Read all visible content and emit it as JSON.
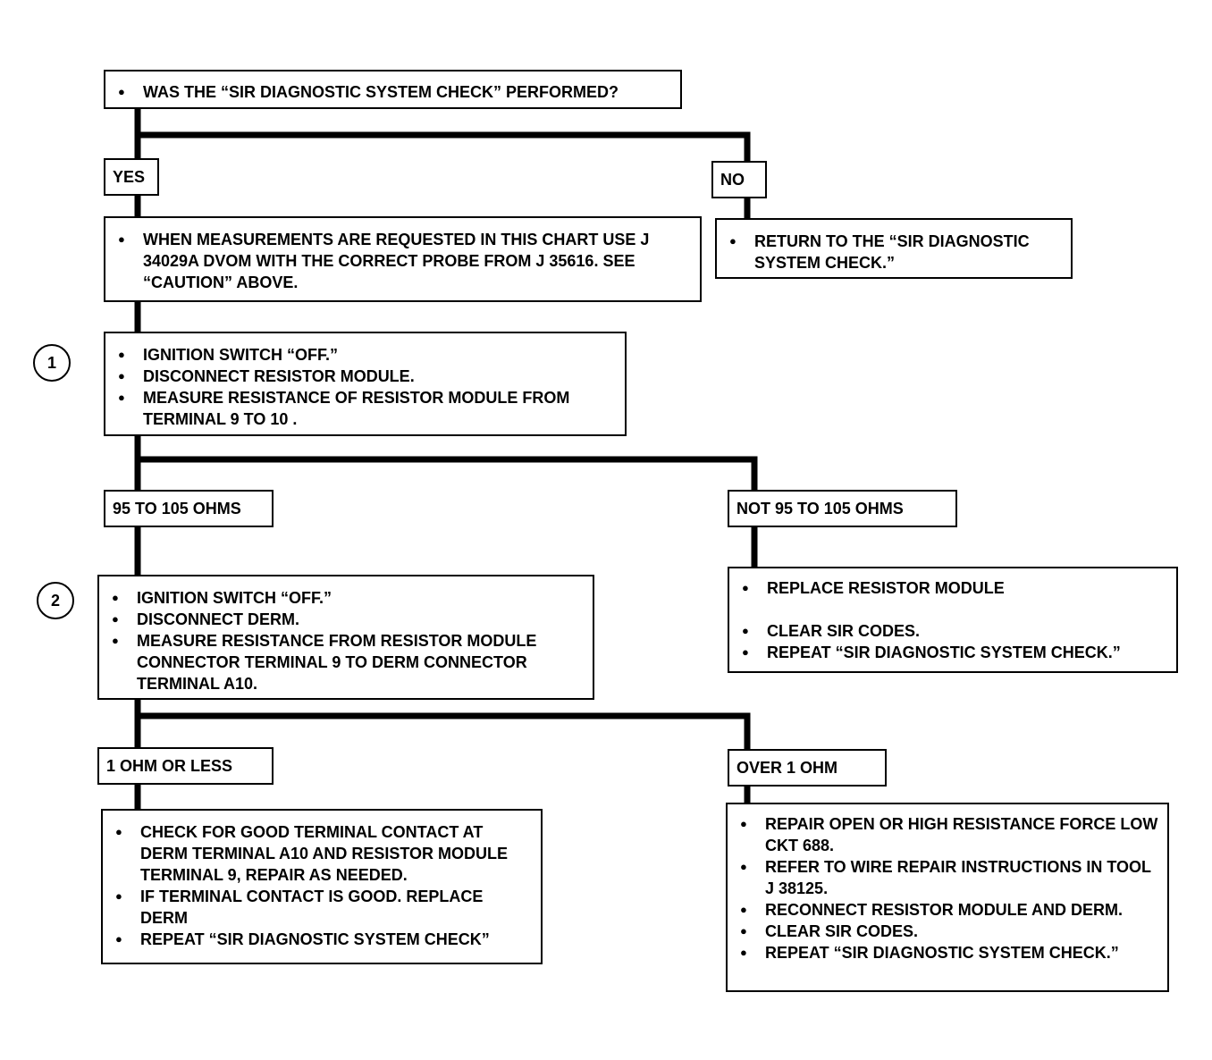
{
  "question": {
    "text": "WAS THE “SIR DIAGNOSTIC SYSTEM CHECK” PERFORMED?",
    "yes_label": "YES",
    "no_label": "NO"
  },
  "yes_action": {
    "items": [
      "WHEN MEASUREMENTS ARE REQUESTED IN THIS CHART USE J 34029A DVOM WITH THE CORRECT PROBE FROM J 35616. SEE “CAUTION” ABOVE."
    ]
  },
  "no_action": {
    "items": [
      "RETURN TO THE “SIR DIAGNOSTIC SYSTEM CHECK.”"
    ]
  },
  "step1": {
    "number": "1",
    "items": [
      "IGNITION SWITCH “OFF.”",
      "DISCONNECT RESISTOR MODULE.",
      "MEASURE RESISTANCE OF RESISTOR MODULE FROM TERMINAL 9 TO  10 ."
    ],
    "ok_label": "95 TO 105 OHMS",
    "not_ok_label": "NOT 95 TO 105 OHMS"
  },
  "not_ok_action": {
    "items": [
      "REPLACE RESISTOR MODULE",
      "CLEAR SIR CODES.",
      "REPEAT “SIR DIAGNOSTIC SYSTEM CHECK.”"
    ]
  },
  "step2": {
    "number": "2",
    "items": [
      "IGNITION SWITCH “OFF.”",
      "DISCONNECT DERM.",
      "MEASURE RESISTANCE FROM RESISTOR MODULE CONNECTOR TERMINAL  9 TO DERM CONNECTOR TERMINAL A10."
    ],
    "ok_label": "1 OHM OR LESS",
    "not_ok_label": "OVER 1  OHM"
  },
  "low_action": {
    "items": [
      "CHECK FOR GOOD TERMINAL CONTACT  AT DERM TERMINAL A10 AND RESISTOR MODULE TERMINAL 9, REPAIR AS NEEDED.",
      "IF TERMINAL CONTACT IS GOOD. REPLACE DERM",
      "REPEAT “SIR DIAGNOSTIC SYSTEM CHECK”"
    ]
  },
  "high_action": {
    "items": [
      "REPAIR OPEN OR HIGH RESISTANCE FORCE LOW CKT 688.",
      "REFER TO WIRE REPAIR INSTRUCTIONS IN TOOL J 38125.",
      "RECONNECT RESISTOR MODULE AND DERM.",
      "CLEAR SIR CODES.",
      "REPEAT “SIR DIAGNOSTIC SYSTEM CHECK.”"
    ]
  }
}
